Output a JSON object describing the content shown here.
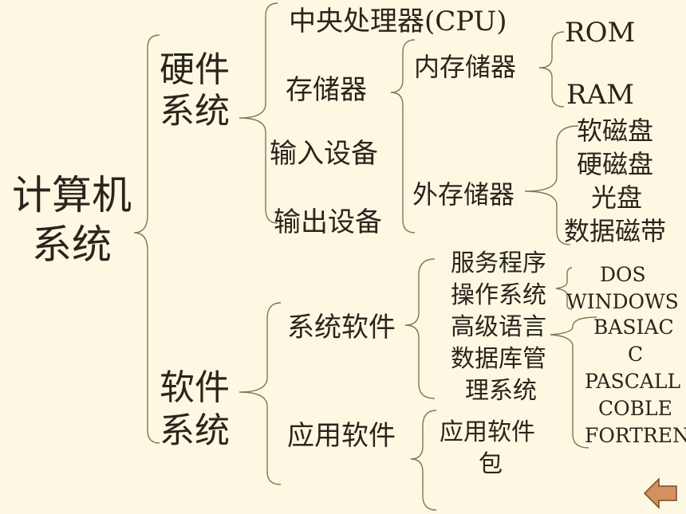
{
  "root": {
    "line1": "计算机",
    "line2": "系统"
  },
  "hardware": {
    "line1": "硬件",
    "line2": "系统",
    "items": [
      "中央处理器(CPU)",
      "存储器",
      "输入设备",
      "输出设备"
    ],
    "memory": {
      "internal": "内存储器",
      "internal_items": [
        "ROM",
        "RAM"
      ],
      "external": "外存储器",
      "external_items": [
        "软磁盘",
        "硬磁盘",
        "光盘",
        "数据磁带"
      ]
    }
  },
  "software": {
    "line1": "软件",
    "line2": "系统",
    "system_software": {
      "label": "系统软件",
      "items": [
        "服务程序",
        "操作系统",
        "高级语言",
        "数据库管",
        "理系统"
      ],
      "os_items": [
        "DOS",
        "WINDOWS"
      ],
      "language_items": [
        "BASIAC",
        "C",
        "PASCALL",
        "COBLE",
        "FORTREN"
      ]
    },
    "application_software": {
      "label": "应用软件",
      "items": [
        "应用软件",
        "包"
      ]
    }
  },
  "colors": {
    "background": "#fdf8e2",
    "text": "#2a241c",
    "line": "#8a7355",
    "nav_button": "#d2915e"
  },
  "nav": {
    "icon": "back-arrow-icon"
  }
}
